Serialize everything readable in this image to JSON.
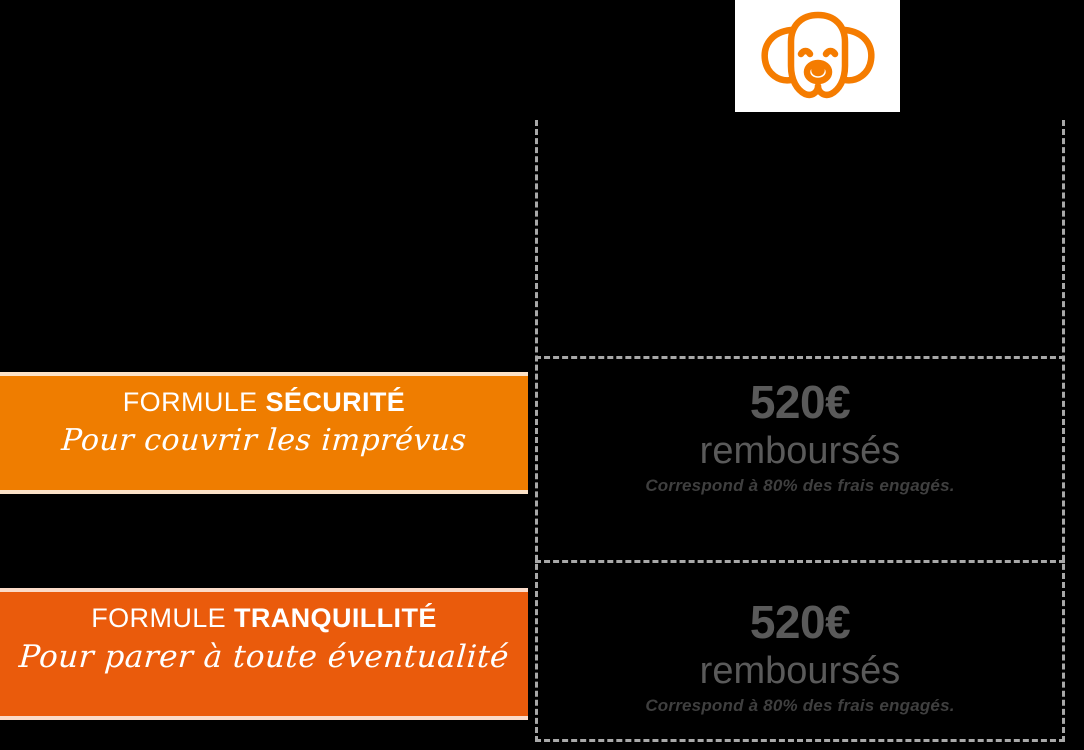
{
  "logo": {
    "name": "dog-head-logo",
    "color": "#f57c00",
    "background": "#ffffff"
  },
  "theme": {
    "page_background": "#000000",
    "dashed_border": "#a8a8a8",
    "text_gray": "#5a5a5a",
    "note_gray": "#3f3f3f",
    "banner_one_color": "#ef7d00",
    "banner_two_color": "#ea5b0c"
  },
  "plans": [
    {
      "id": "securite",
      "title_prefix": "FORMULE ",
      "title_strong": "SÉCURITÉ",
      "tagline": "Pour couvrir les imprévus",
      "amount": "520€",
      "amount_label": "remboursés",
      "note": "Correspond à 80% des frais engagés."
    },
    {
      "id": "tranquillite",
      "title_prefix": "FORMULE ",
      "title_strong": "TRANQUILLITÉ",
      "tagline": "Pour parer à toute éventualité",
      "amount": "520€",
      "amount_label": "remboursés",
      "note": "Correspond à 80% des frais engagés."
    }
  ]
}
